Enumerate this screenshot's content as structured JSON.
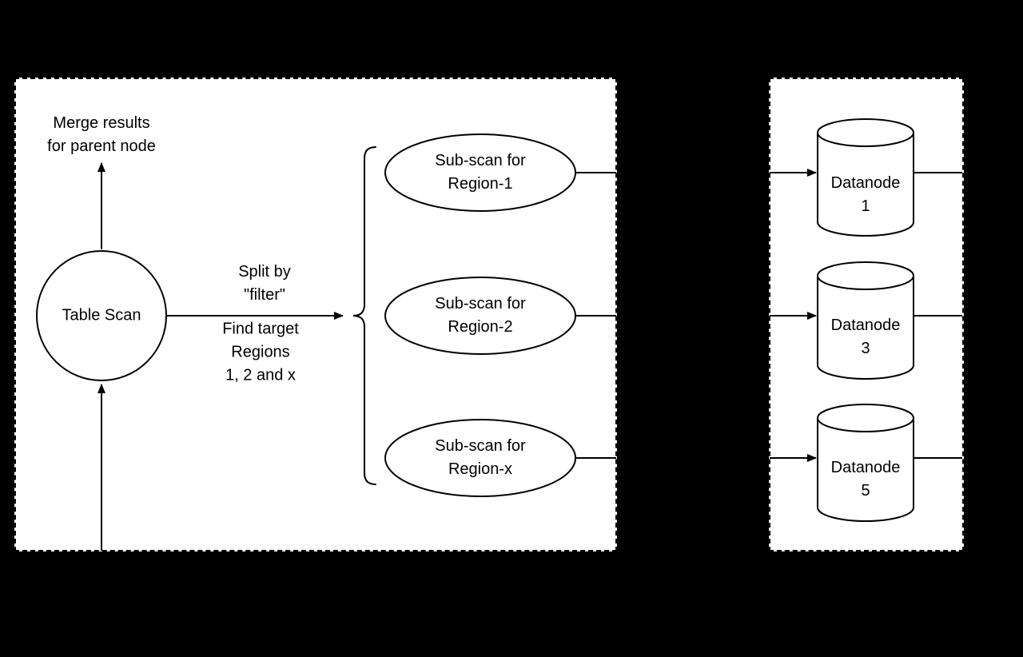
{
  "colors": {
    "background": "#000000",
    "panel_fill": "#ffffff",
    "stroke": "#000000",
    "text": "#000000"
  },
  "left_panel": {
    "merge_label": "Merge results\nfor parent node",
    "table_scan_label": "Table Scan",
    "split_label": "Split by\n\"filter\"",
    "find_label": "Find target\nRegions\n1, 2 and x",
    "subscans": [
      {
        "label": "Sub-scan for\nRegion-1"
      },
      {
        "label": "Sub-scan for\nRegion-2"
      },
      {
        "label": "Sub-scan for\nRegion-x"
      }
    ]
  },
  "right_panel": {
    "datanodes": [
      {
        "label": "Datanode\n1"
      },
      {
        "label": "Datanode\n3"
      },
      {
        "label": "Datanode\n5"
      }
    ]
  }
}
